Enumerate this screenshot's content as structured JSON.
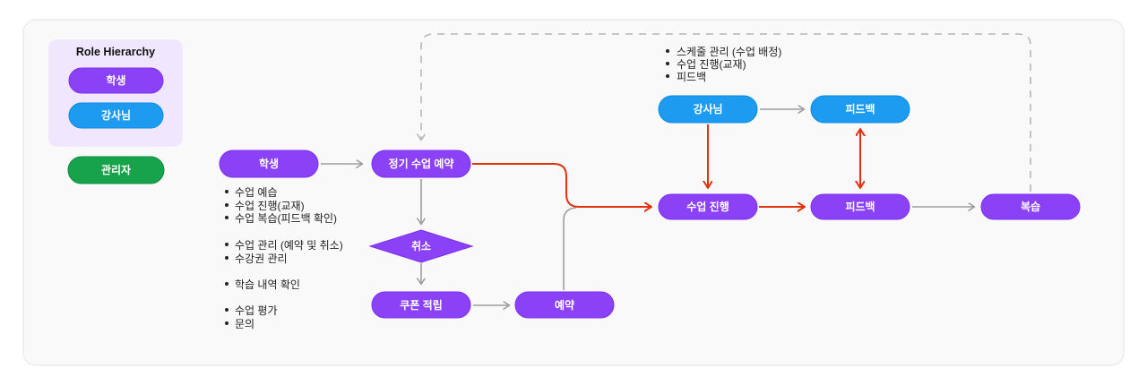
{
  "legend": {
    "title": "Role Hierarchy",
    "items": [
      {
        "label": "학생"
      },
      {
        "label": "강사님"
      },
      {
        "label": "관리자"
      }
    ]
  },
  "nodes": {
    "student": "학생",
    "regular_booking": "정기 수업 예약",
    "cancel": "취소",
    "coupon": "쿠폰 적립",
    "booking": "예약",
    "instructor": "강사님",
    "feedback_instructor": "피드백",
    "class_progress": "수업 진행",
    "feedback": "피드백",
    "review": "복습"
  },
  "lists": {
    "student_tasks": [
      "수업 예습",
      "수업 진행(교재)",
      "수업 복습(피드백 확인)",
      "수업 관리 (예약 및 취소)",
      "수강권 관리",
      "학습 내역 확인",
      "수업 평가",
      "문의"
    ],
    "instructor_tasks": [
      "스케줄 관리 (수업 배정)",
      "수업 진행(교재)",
      "피드백"
    ]
  },
  "colors": {
    "node_purple": "#8b42f6",
    "node_purple_border": "#7b2ff0",
    "node_blue": "#1d9bf0",
    "node_blue_border": "#0b8be0",
    "node_green": "#17a34b",
    "node_green_border": "#0f8c3f",
    "legend_bg": "#f0e6fd",
    "edge_gray": "#9e9e9e",
    "edge_dash": "#b6b6b6",
    "edge_red": "#e2320d",
    "canvas_bg": "#f9f9f9",
    "canvas_border": "#ececec"
  }
}
